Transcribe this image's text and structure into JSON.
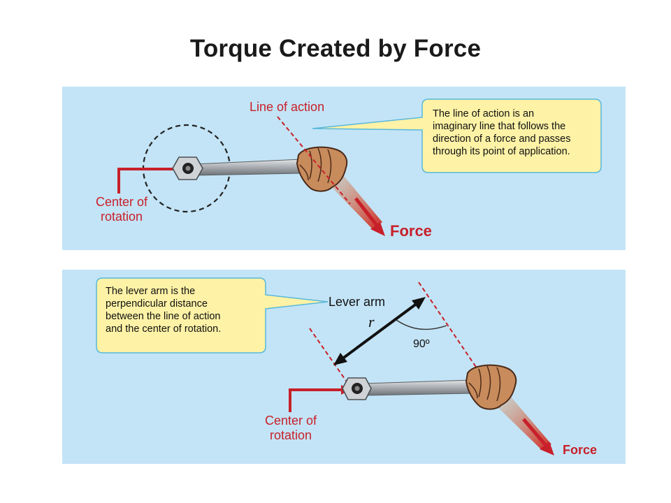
{
  "title": "Torque Created by Force",
  "panel_top": {
    "line_of_action_label": "Line of action",
    "callout_lines": [
      "The line of action is an",
      "imaginary line that follows the",
      "direction of a force and passes",
      "through its point of application."
    ],
    "center_label_lines": [
      "Center of",
      "rotation"
    ],
    "force_label": "Force"
  },
  "panel_bottom": {
    "callout_lines": [
      "The lever arm is the",
      "perpendicular distance",
      "between the line of action",
      "and the center of rotation."
    ],
    "lever_arm_label": "Lever arm",
    "lever_arm_symbol": "r",
    "angle_label": "90º",
    "center_label_lines": [
      "Center of",
      "rotation"
    ],
    "force_label": "Force"
  },
  "colors": {
    "panel_bg": "#c3e4f6",
    "callout_bg": "#fdf2a6",
    "callout_border": "#57b8dc",
    "accent_red": "#c8202a",
    "wrench": "#8a8e92",
    "hand": "#c88b5c"
  }
}
